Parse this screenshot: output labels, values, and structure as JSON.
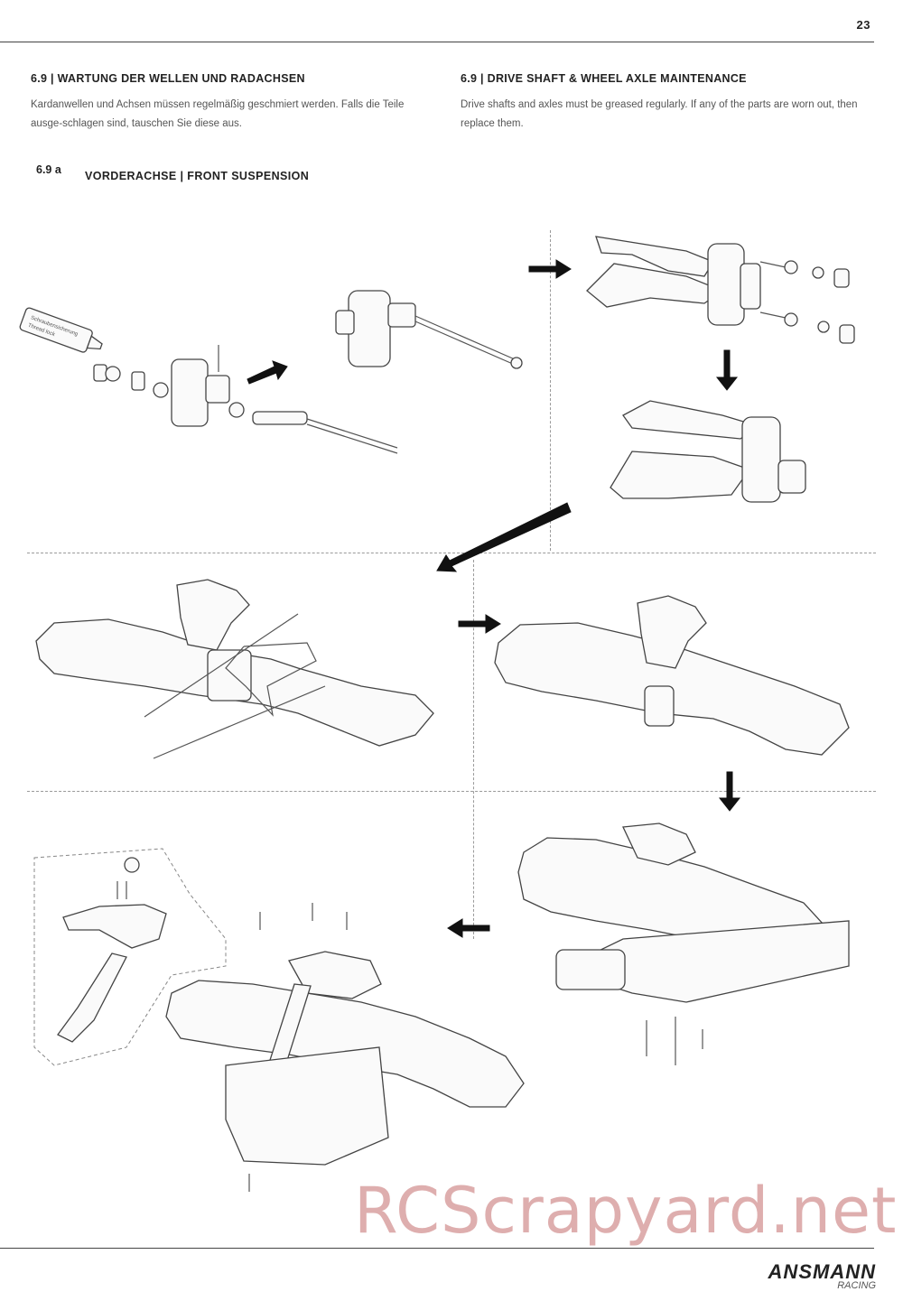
{
  "page_number": "23",
  "section_de": {
    "heading": "6.9 | WARTUNG DER WELLEN UND RADACHSEN",
    "text": "Kardanwellen und Achsen müssen regelmäßig geschmiert werden. Falls die Teile ausge-schlagen sind, tauschen Sie diese aus."
  },
  "section_en": {
    "heading": "6.9 | DRIVE SHAFT & WHEEL AXLE MAINTENANCE",
    "text": "Drive shafts and axles must be greased regularly. If any of the parts are worn out, then replace them."
  },
  "subsection": {
    "number": "6.9 a",
    "title": "VORDERACHSE | FRONT SUSPENSION"
  },
  "bottle_label": "Schraubensicherung\nThread lock",
  "watermark": "RCScrapyard.net",
  "brand": {
    "name": "ANSMANN",
    "sub": "RACING"
  }
}
